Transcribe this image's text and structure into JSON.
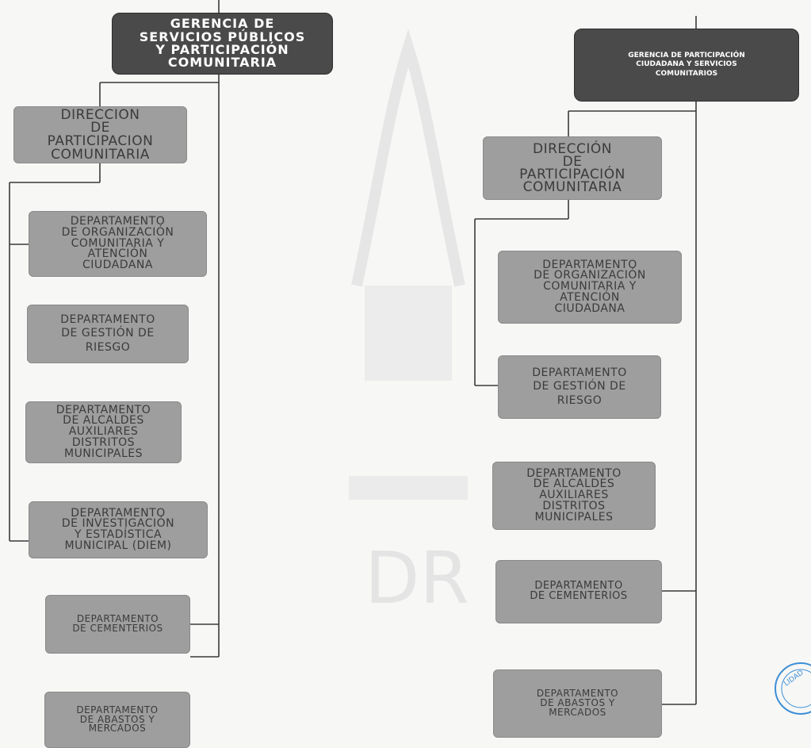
{
  "left": {
    "gerencia": "GERENCIA DE\nSERVICIOS PÚBLICOS\nY PARTICIPACIÓN\nCOMUNITARIA",
    "direccion": "DIRECCION\nDE\nPARTICIPACION\nCOMUNITARIA",
    "departamentos": [
      "DEPARTAMENTO\nDE ORGANIZACIÓN\nCOMUNITARIA Y\nATENCIÓN\nCIUDADANA",
      "DEPARTAMENTO\nDE GESTIÓN DE\nRIESGO",
      "DEPARTAMENTO\nDE ALCALDES\nAUXILIARES\nDISTRITOS\nMUNICIPALES",
      "DEPARTAMENTO\nDE INVESTIGACIÓN\nY ESTADÍSTICA\nMUNICIPAL (DIEM)",
      "DEPARTAMENTO\nDE CEMENTERIOS",
      "DEPARTAMENTO\nDE ABASTOS Y\nMERCADOS"
    ]
  },
  "right": {
    "gerencia": "GERENCIA DE PARTICIPACIÓN\nCIUDADANA Y SERVICIOS\nCOMUNITARIOS",
    "direccion": "DIRECCIÓN\nDE\nPARTICIPACIÓN\nCOMUNITARIA",
    "departamentos": [
      "DEPARTAMENTO\nDE ORGANIZACIÓN\nCOMUNITARIA Y\nATENCIÓN\nCIUDADANA",
      "DEPARTAMENTO\nDE GESTIÓN DE\nRIESGO",
      "DEPARTAMENTO\nDE ALCALDES\nAUXILIARES\nDISTRITOS\nMUNICIPALES",
      "DEPARTAMENTO\nDE CEMENTERIOS",
      "DEPARTAMENTO\nDE ABASTOS Y\nMERCADOS"
    ]
  },
  "seal_text": "LIDAD",
  "colors": {
    "box_gray": "#9e9e9e",
    "box_dark": "#4a4a4a",
    "line": "#3a3a3a",
    "seal": "#3d8fd6"
  }
}
